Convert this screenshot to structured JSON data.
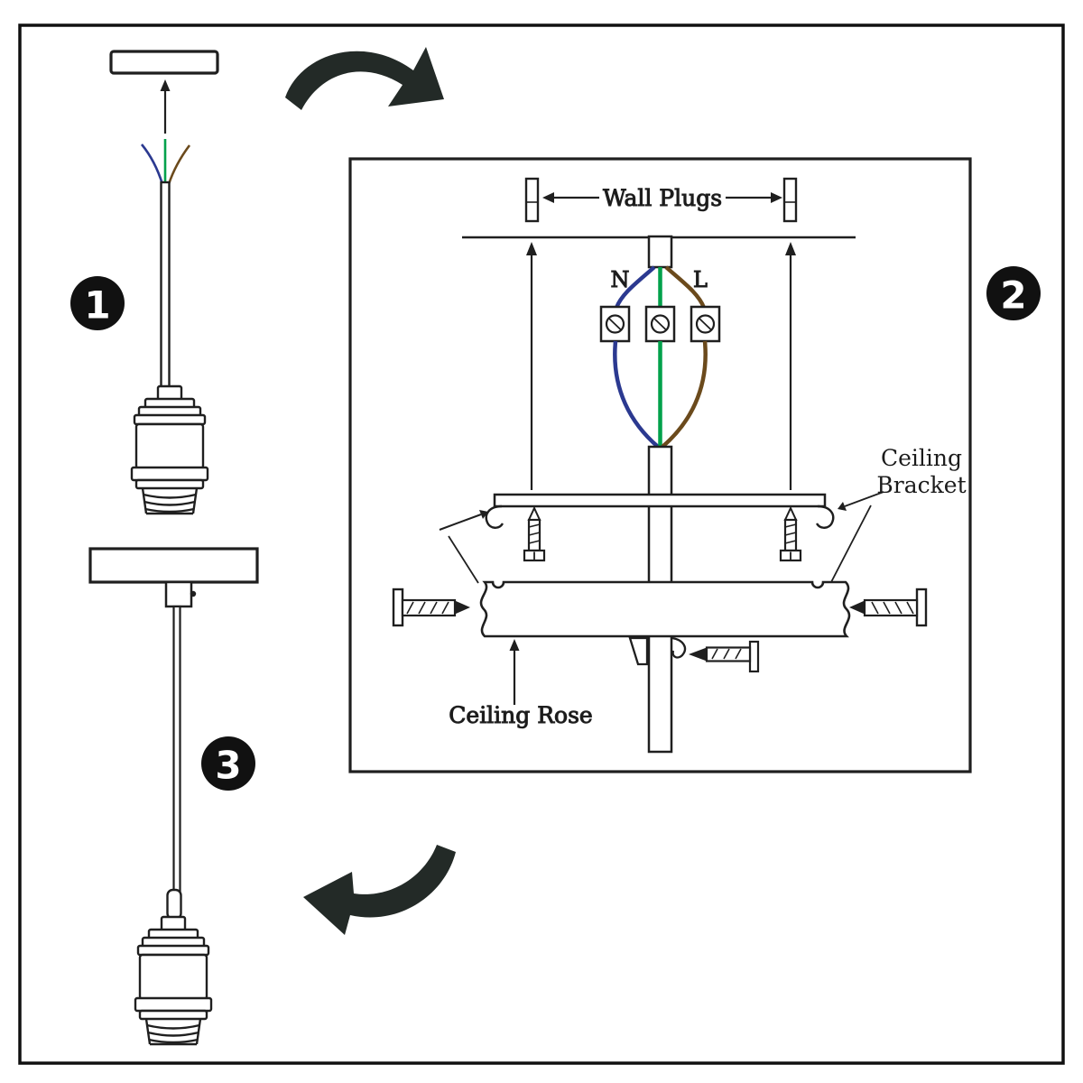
{
  "diagram": {
    "title": "pendant-light-installation-instructions",
    "labels": {
      "wall_plugs": "Wall Plugs",
      "neutral": "N",
      "live": "L",
      "ceiling_bracket_line1": "Ceiling",
      "ceiling_bracket_line2": "Bracket",
      "ceiling_rose": "Ceiling Rose"
    },
    "steps": [
      {
        "number": "1"
      },
      {
        "number": "2"
      },
      {
        "number": "3"
      }
    ],
    "colors": {
      "outline": "#1f1f1f",
      "badge": "#111111",
      "arrow": "#232a27",
      "wire_neutral_blue": "#2b3990",
      "wire_earth_green": "#00a14b",
      "wire_live_brown": "#6b4a1c"
    }
  }
}
